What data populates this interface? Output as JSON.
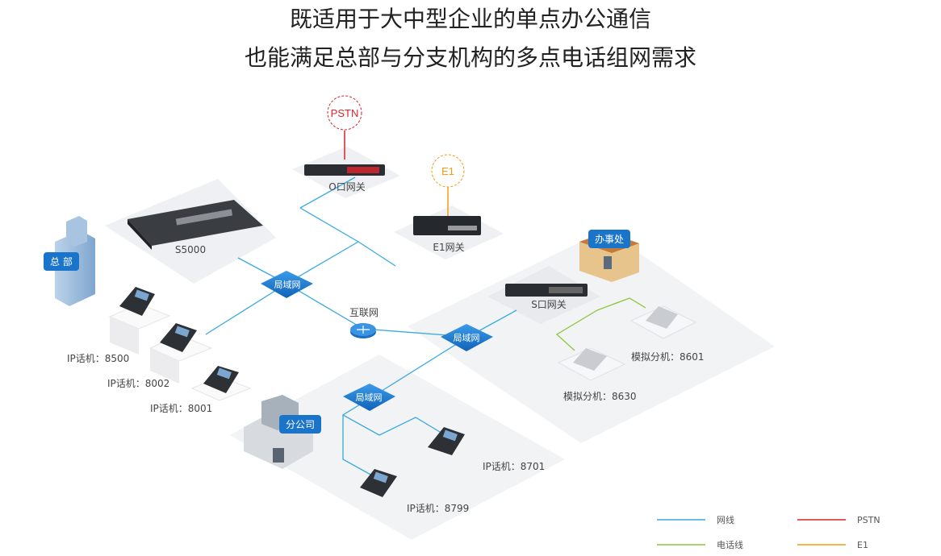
{
  "title": {
    "line1": "既适用于大中型企业的单点办公通信",
    "line2": "也能满足总部与分支机构的多点电话组网需求"
  },
  "nodes": {
    "pstn": "PSTN",
    "e1": "E1",
    "o_gateway": "O口网关",
    "e1_gateway": "E1网关",
    "s5000": "S5000",
    "s_gateway": "S口网关",
    "lan1": "局域网",
    "lan2": "局域网",
    "lan3": "局域网",
    "internet": "互联网",
    "hq": "总 部",
    "branch": "分公司",
    "office": "办事处"
  },
  "phones": {
    "ip8500": "IP话机：8500",
    "ip8002": "IP话机：8002",
    "ip8001": "IP话机：8001",
    "ip8701": "IP话机：8701",
    "ip8799": "IP话机：8799",
    "analog8601": "模拟分机：8601",
    "analog8630": "模拟分机：8630"
  },
  "legend": {
    "network": "网线",
    "phone_line": "电话线",
    "pstn": "PSTN",
    "e1": "E1"
  },
  "colors": {
    "network": "#38a9e0",
    "phone_line": "#8cc63f",
    "pstn": "#d9242b",
    "e1": "#f39c12",
    "badge": "#1a74c9"
  }
}
